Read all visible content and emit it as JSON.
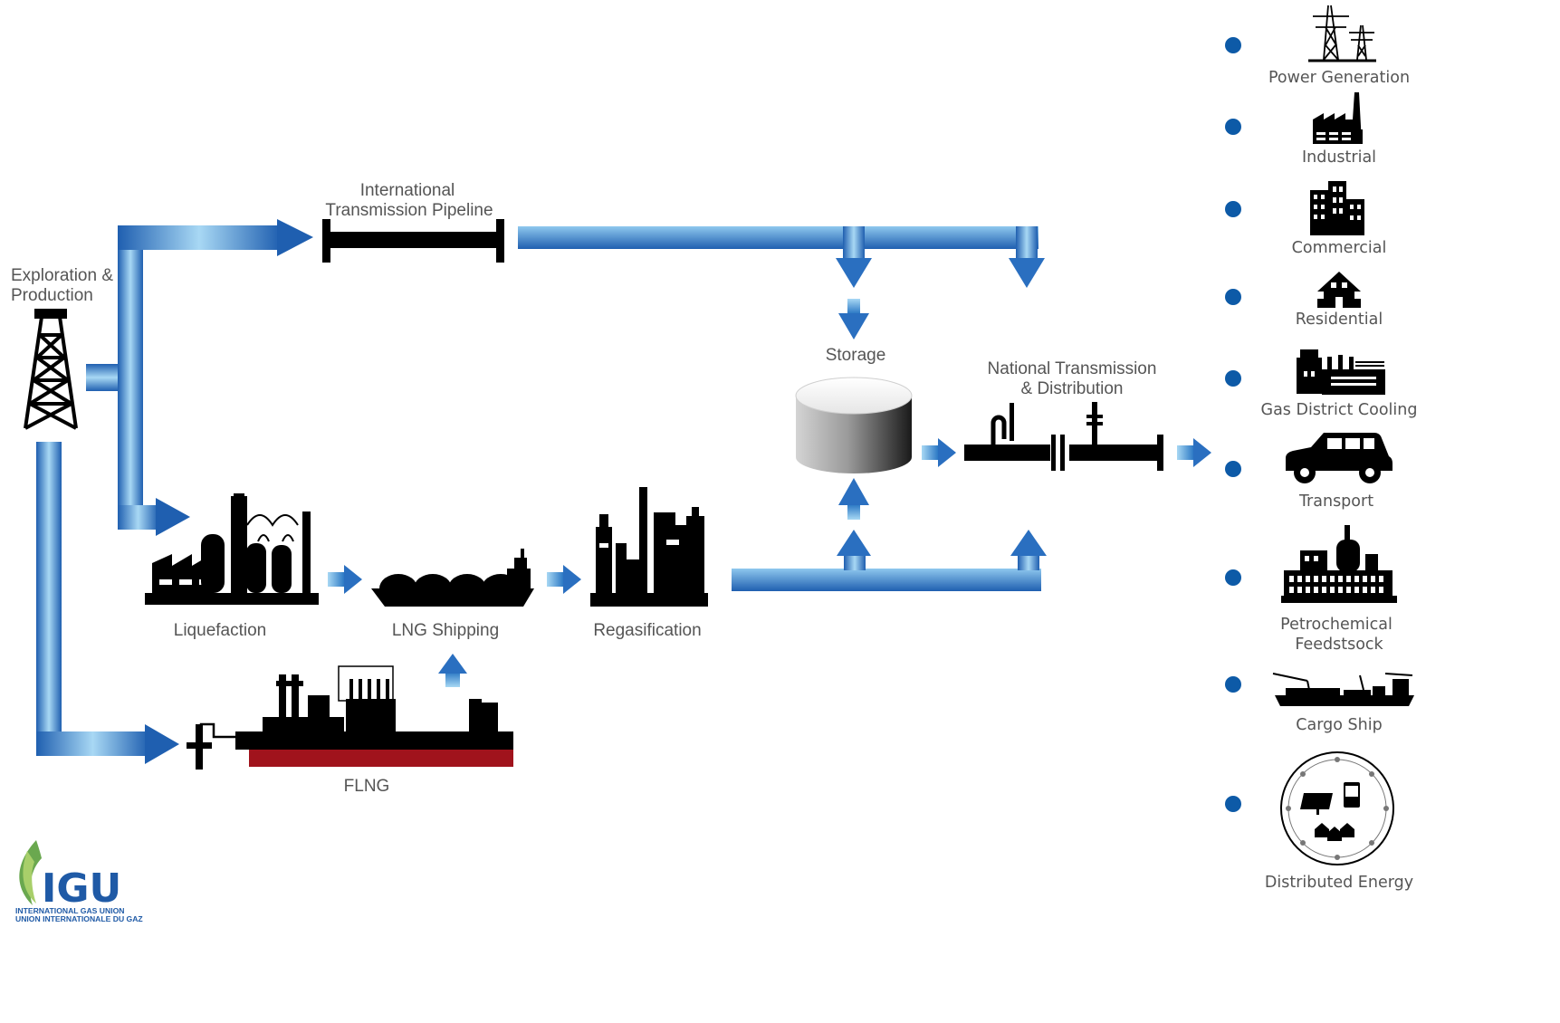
{
  "colors": {
    "flow_dark": "#1f5fb0",
    "flow_light": "#a8d8f4",
    "bullet": "#0d5aa7",
    "flng_hull": "#a0131c",
    "icon": "#000000",
    "label": "#555555",
    "logo": "#1f5aa6"
  },
  "stages": {
    "exploration": "Exploration & Production",
    "pipeline_l1": "International",
    "pipeline_l2": "Transmission Pipeline",
    "liquefaction": "Liquefaction",
    "lng_shipping": "LNG Shipping",
    "regasification": "Regasification",
    "flng": "FLNG",
    "storage": "Storage",
    "national_l1": "National Transmission",
    "national_l2": "& Distribution"
  },
  "exploration_l1": "Exploration &",
  "exploration_l2": "Production",
  "end_uses": [
    {
      "label": "Power Generation",
      "icon": "power-pylon-icon"
    },
    {
      "label": "Industrial",
      "icon": "factory-icon"
    },
    {
      "label": "Commercial",
      "icon": "office-building-icon"
    },
    {
      "label": "Residential",
      "icon": "house-icon"
    },
    {
      "label": "Gas District Cooling",
      "icon": "cooling-plant-icon"
    },
    {
      "label": "Transport",
      "icon": "car-icon"
    },
    {
      "label": "Petrochemical Feedstsock",
      "l1": "Petrochemical",
      "l2": "Feedstsock",
      "icon": "petrochemical-plant-icon"
    },
    {
      "label": "Cargo Ship",
      "icon": "cargo-ship-icon"
    },
    {
      "label": "Distributed Energy",
      "icon": "distributed-energy-icon"
    }
  ],
  "logo": {
    "name": "IGU",
    "line1": "INTERNATIONAL GAS UNION",
    "line2": "UNION INTERNATIONALE DU GAZ"
  }
}
